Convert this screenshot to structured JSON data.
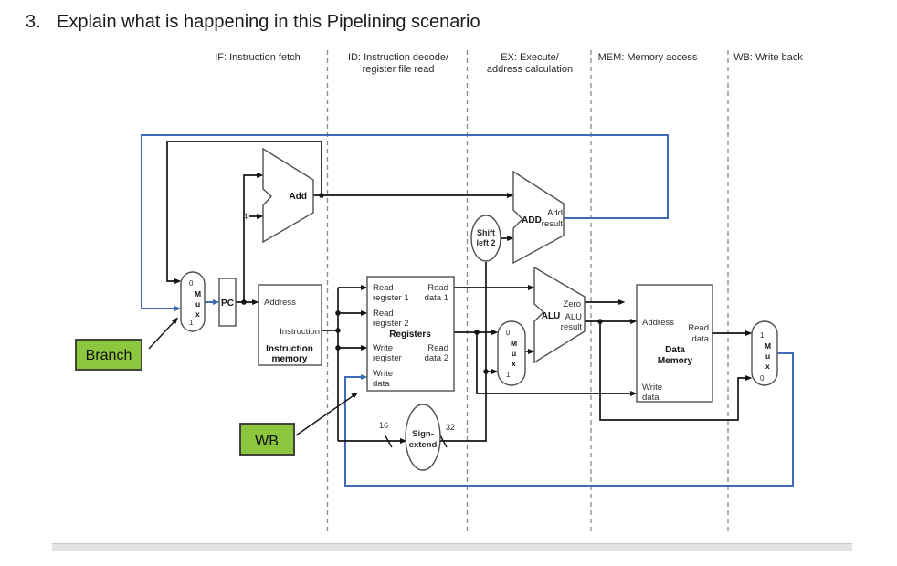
{
  "page": {
    "number": "3.",
    "title": "Explain what is happening in this Pipelining scenario"
  },
  "stages": [
    {
      "l1": "IF: Instruction fetch",
      "l2": ""
    },
    {
      "l1": "ID: Instruction decode/",
      "l2": "register file read"
    },
    {
      "l1": "EX: Execute/",
      "l2": "address calculation"
    },
    {
      "l1": "MEM: Memory access",
      "l2": ""
    },
    {
      "l1": "WB: Write back",
      "l2": ""
    }
  ],
  "annotations": {
    "branch": "Branch",
    "wb": "WB"
  },
  "diagram": {
    "pc_mux": {
      "in0": "0",
      "in1": "1",
      "m": "M",
      "u": "u",
      "x": "x"
    },
    "pc": "PC",
    "instruction_memory": {
      "address": "Address",
      "instruction": "Instruction",
      "name1": "Instruction",
      "name2": "memory"
    },
    "pc_adder": {
      "name": "Add",
      "increment": "4"
    },
    "shift_left": {
      "l1": "Shift",
      "l2": "left 2"
    },
    "branch_adder": {
      "name": "ADD",
      "result1": "Add",
      "result2": "result"
    },
    "registers": {
      "read_reg1_l1": "Read",
      "read_reg1_l2": "register 1",
      "read_reg2_l1": "Read",
      "read_reg2_l2": "register 2",
      "name": "Registers",
      "write_reg_l1": "Write",
      "write_reg_l2": "register",
      "write_data_l1": "Write",
      "write_data_l2": "data",
      "read_data1_l1": "Read",
      "read_data1_l2": "data 1",
      "read_data2_l1": "Read",
      "read_data2_l2": "data 2"
    },
    "sign_extend": {
      "name1": "Sign-",
      "name2": "extend",
      "width_in": "16",
      "width_out": "32"
    },
    "alu_mux": {
      "in0": "0",
      "in1": "1",
      "m": "M",
      "u": "u",
      "x": "x"
    },
    "alu": {
      "name": "ALU",
      "zero": "Zero",
      "result1": "ALU",
      "result2": "result"
    },
    "data_memory": {
      "address": "Address",
      "read_data_l1": "Read",
      "read_data_l2": "data",
      "name1": "Data",
      "name2": "Memory",
      "write_data_l1": "Write",
      "write_data_l2": "data"
    },
    "wb_mux": {
      "in0": "0",
      "in1": "1",
      "m": "M",
      "u": "u",
      "x": "x"
    }
  },
  "colors": {
    "wire_black": "#141414",
    "highlight_blue": "#3f6cb5",
    "annotation_green": "#8cc63e",
    "divider_gray": "#8a8a8a",
    "scrollbar_gray": "#e3e3e3"
  }
}
